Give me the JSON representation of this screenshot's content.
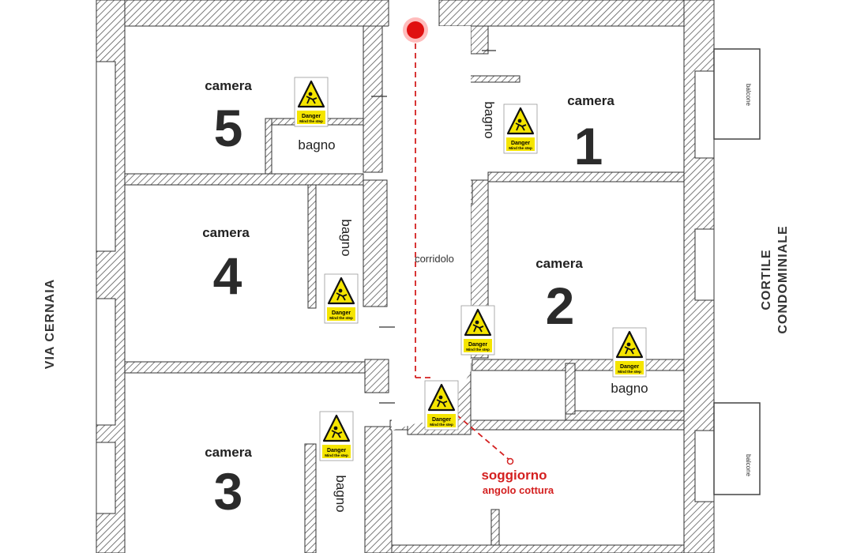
{
  "street_label": "VIA CERNAIA",
  "courtyard_label": [
    "CORTILE",
    "CONDOMINIALE"
  ],
  "balcony_label": "balcone",
  "corridor_label": "corridolo",
  "rooms": [
    {
      "word": "camera",
      "number": "5"
    },
    {
      "word": "camera",
      "number": "1"
    },
    {
      "word": "camera",
      "number": "4"
    },
    {
      "word": "camera",
      "number": "2"
    },
    {
      "word": "camera",
      "number": "3"
    }
  ],
  "bathroom_label": "bagno",
  "living": {
    "title": "soggiorno",
    "subtitle": "angolo cottura"
  },
  "warning_sign": {
    "title": "Danger",
    "subtitle": "Mind the step"
  },
  "colors": {
    "wall_hatch": "#555555",
    "path_red": "#d42020",
    "sign_yellow": "#f5e500"
  }
}
